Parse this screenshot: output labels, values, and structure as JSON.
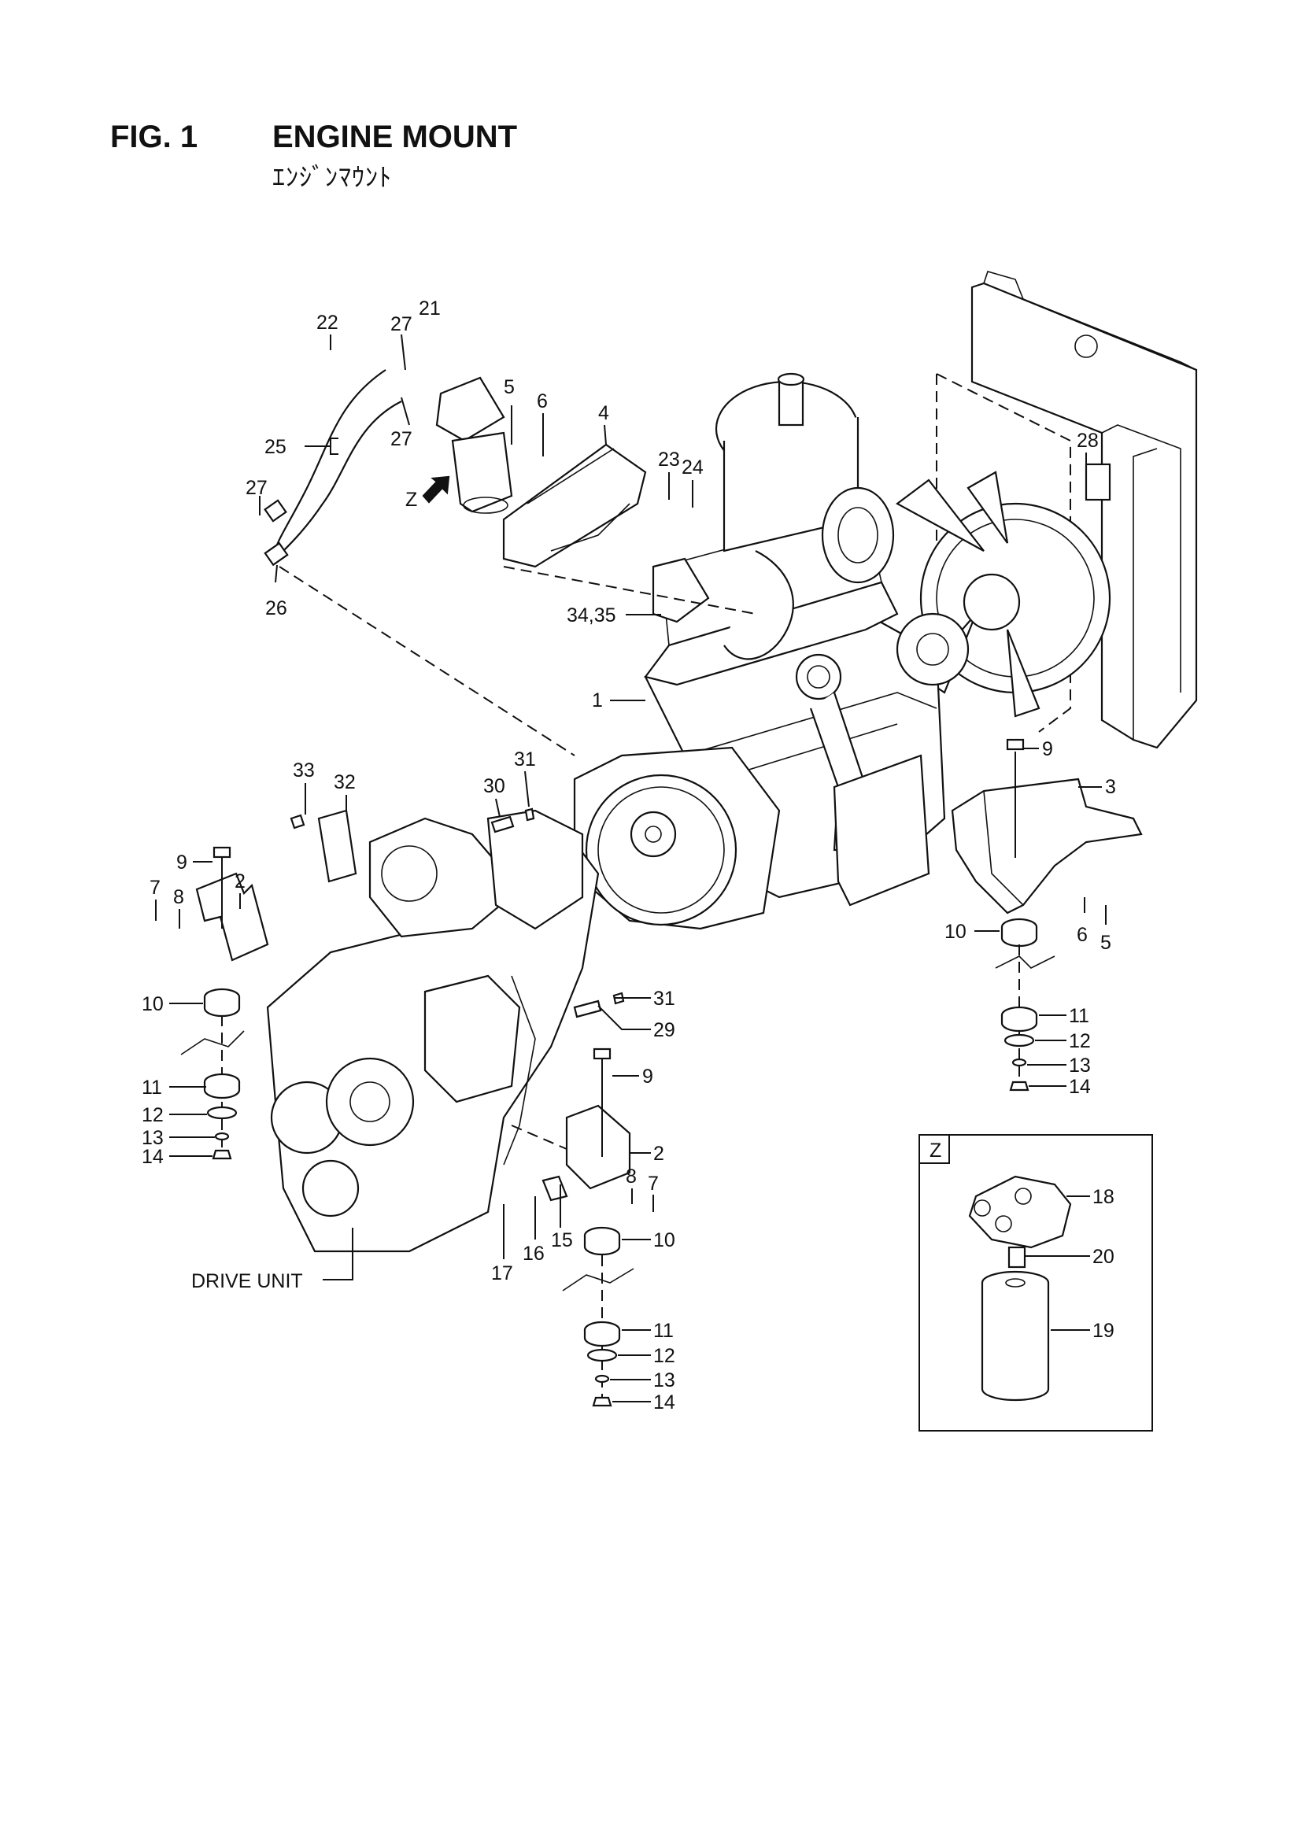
{
  "header": {
    "figure": "FIG. 1",
    "title": "ENGINE MOUNT",
    "subtitle": "ｴﾝｼﾞﾝﾏｳﾝﾄ"
  },
  "callouts": {
    "c1": "1",
    "c2a": "2",
    "c2b": "2",
    "c3": "3",
    "c4": "4",
    "c5a": "5",
    "c5b": "5",
    "c6a": "6",
    "c6b": "6",
    "c7a": "7",
    "c7b": "7",
    "c8a": "8",
    "c8b": "8",
    "c9a": "9",
    "c9b": "9",
    "c9c": "9",
    "c10a": "10",
    "c10b": "10",
    "c10c": "10",
    "c11a": "11",
    "c11b": "11",
    "c11c": "11",
    "c12a": "12",
    "c12b": "12",
    "c12c": "12",
    "c13a": "13",
    "c13b": "13",
    "c13c": "13",
    "c14a": "14",
    "c14b": "14",
    "c14c": "14",
    "c15": "15",
    "c16": "16",
    "c17": "17",
    "c18": "18",
    "c19": "19",
    "c20": "20",
    "c21": "21",
    "c22": "22",
    "c23": "23",
    "c24": "24",
    "c25": "25",
    "c26": "26",
    "c27a": "27",
    "c27b": "27",
    "c27c": "27",
    "c28": "28",
    "c29": "29",
    "c30": "30",
    "c31a": "31",
    "c31b": "31",
    "c32": "32",
    "c33": "33",
    "c3435": "34,35",
    "zview": "Z",
    "zbox": "Z",
    "drive_unit": "DRIVE UNIT"
  }
}
